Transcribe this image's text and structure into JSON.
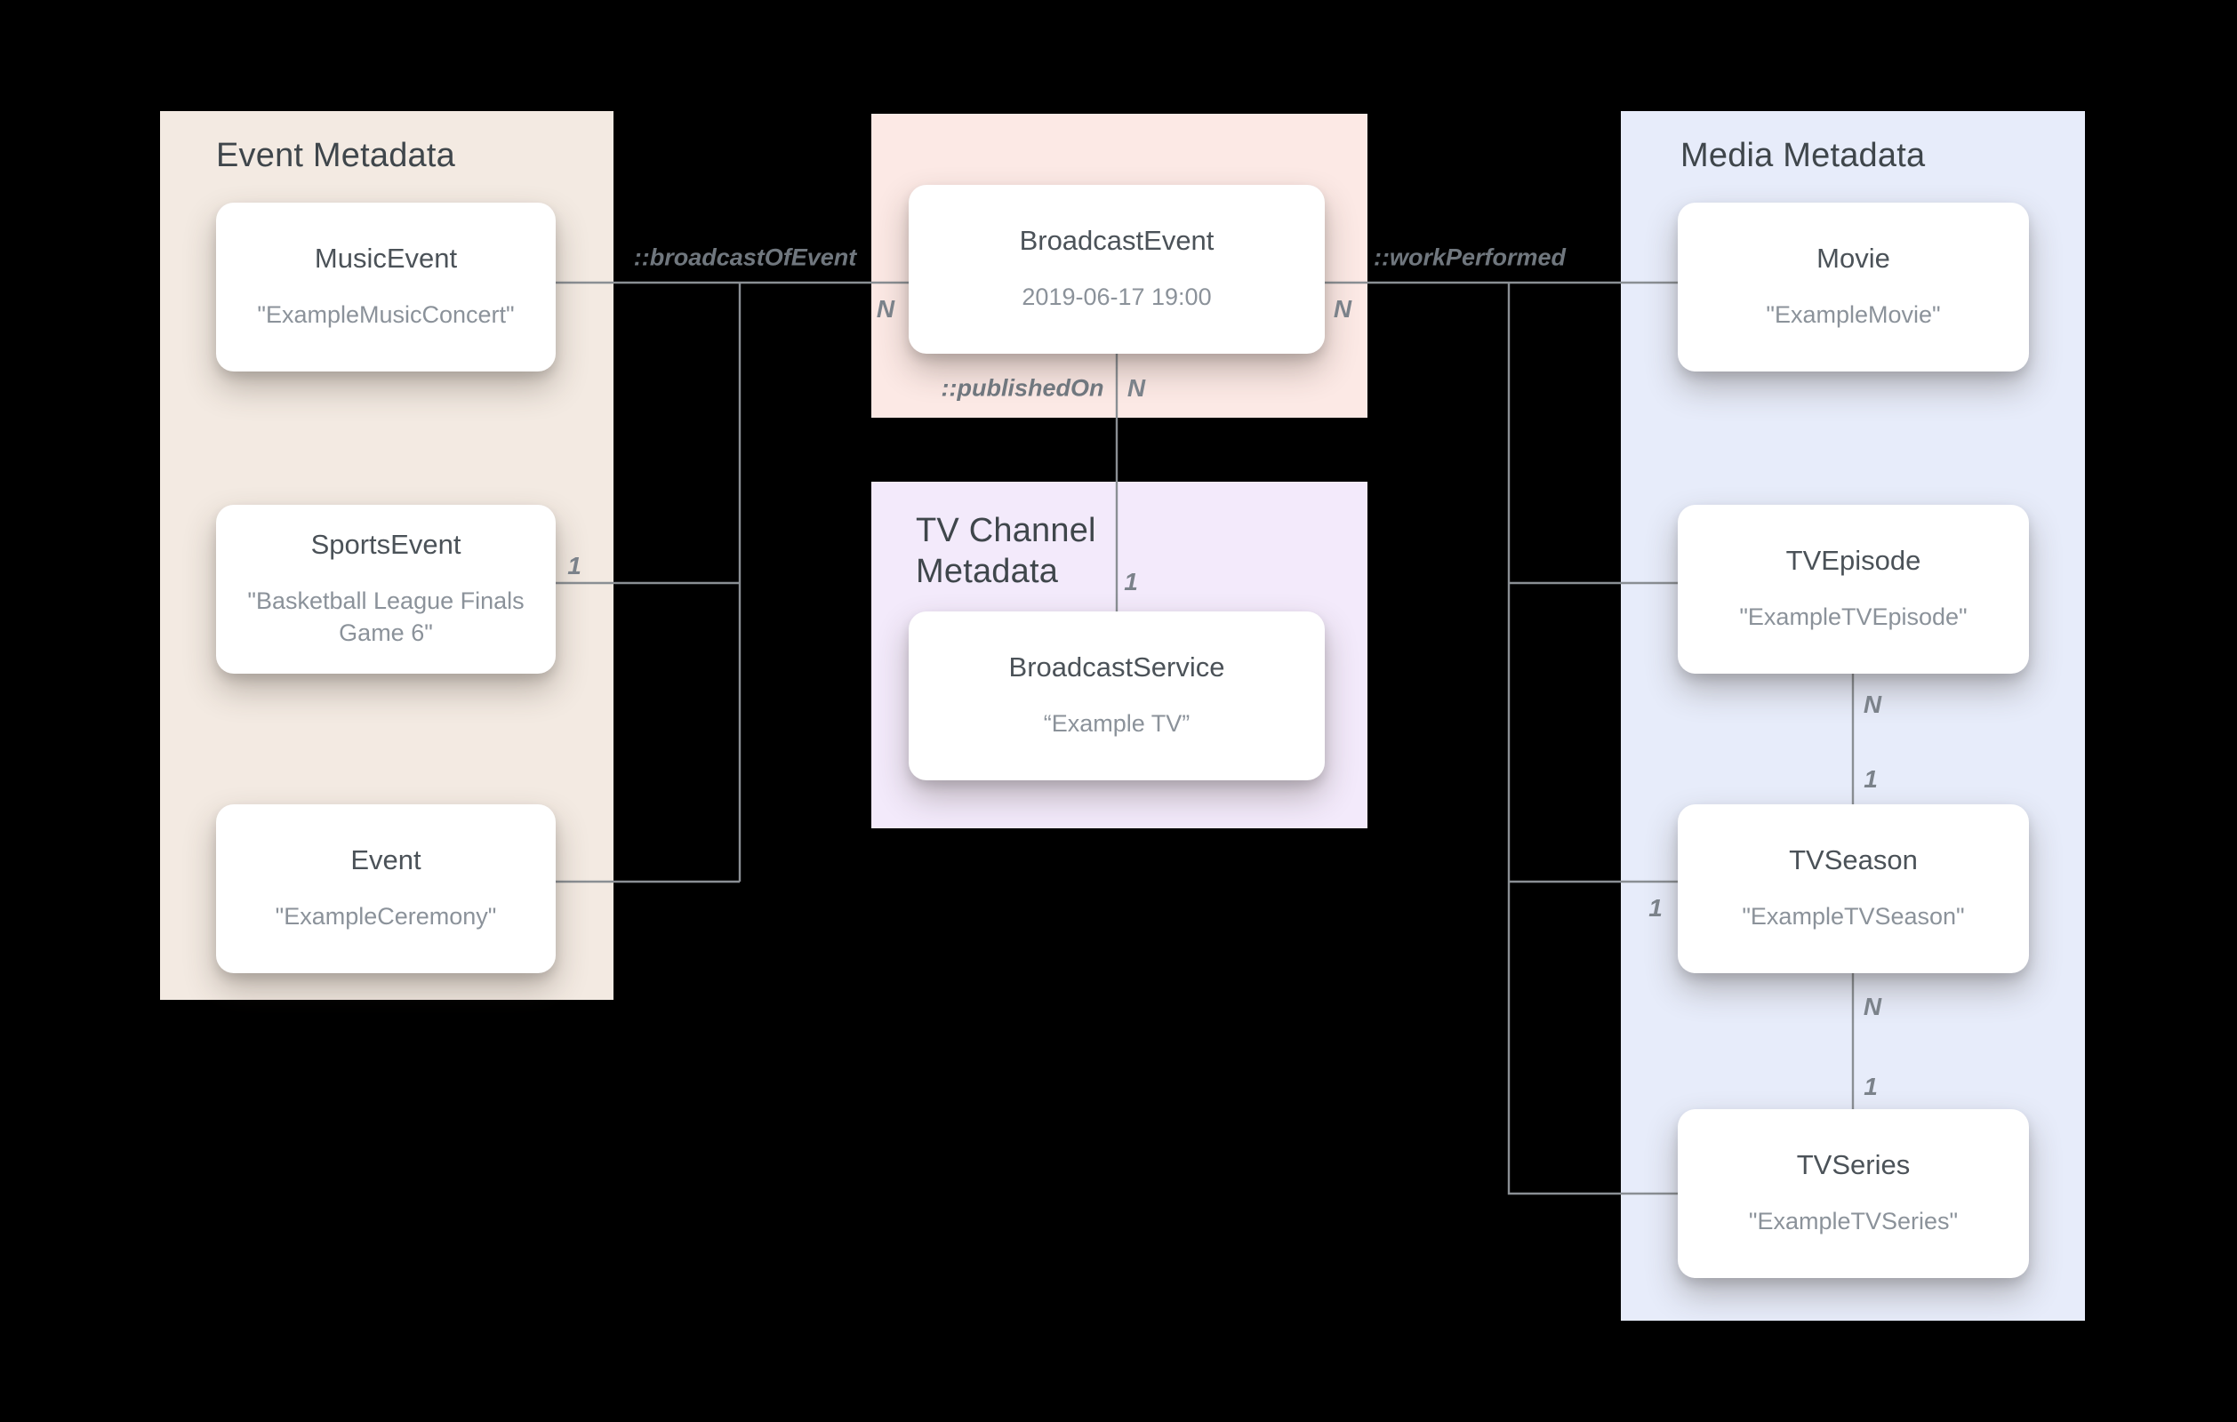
{
  "panels": {
    "event": {
      "title": "Event Metadata",
      "cards": [
        {
          "title": "MusicEvent",
          "subtitle": "\"ExampleMusicConcert\""
        },
        {
          "title": "SportsEvent",
          "subtitle": "\"Basketball League Finals Game 6\""
        },
        {
          "title": "Event",
          "subtitle": "\"ExampleCeremony\""
        }
      ]
    },
    "broadcast": {
      "cards": [
        {
          "title": "BroadcastEvent",
          "subtitle": "2019-06-17 19:00"
        }
      ]
    },
    "tv_channel": {
      "title": "TV Channel Metadata",
      "cards": [
        {
          "title": "BroadcastService",
          "subtitle": "“Example TV”"
        }
      ]
    },
    "media": {
      "title": "Media Metadata",
      "cards": [
        {
          "title": "Movie",
          "subtitle": "\"ExampleMovie\""
        },
        {
          "title": "TVEpisode",
          "subtitle": "\"ExampleTVEpisode\""
        },
        {
          "title": "TVSeason",
          "subtitle": "\"ExampleTVSeason\""
        },
        {
          "title": "TVSeries",
          "subtitle": "\"ExampleTVSeries\""
        }
      ]
    }
  },
  "edges": {
    "broadcast_of_event": "::broadcastOfEvent",
    "work_performed": "::workPerformed",
    "published_on": "::publishedOn"
  },
  "markers": [
    {
      "text": "N"
    },
    {
      "text": "N"
    },
    {
      "text": "N"
    },
    {
      "text": "1"
    },
    {
      "text": "1"
    },
    {
      "text": "1"
    },
    {
      "text": "N"
    },
    {
      "text": "1"
    },
    {
      "text": "N"
    },
    {
      "text": "1"
    }
  ],
  "colors": {
    "background": "#000000",
    "event_panel": "#f3eae2",
    "broadcast_panel": "#fce9e5",
    "tv_channel_panel": "#f3eafb",
    "media_panel": "#e7ecfa",
    "card": "#ffffff",
    "connector": "#8a8f94",
    "title_text": "#3f464b",
    "subtitle_text": "#8b929a"
  }
}
